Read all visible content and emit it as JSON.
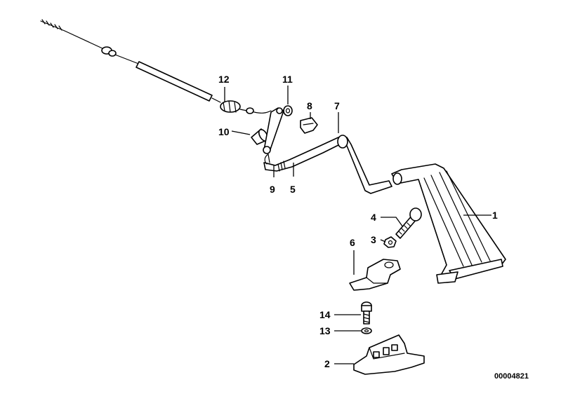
{
  "callouts": {
    "c1": "1",
    "c2": "2",
    "c3": "3",
    "c4": "4",
    "c5": "5",
    "c6": "6",
    "c7": "7",
    "c8": "8",
    "c9": "9",
    "c10": "10",
    "c11": "11",
    "c12": "12",
    "c13": "13",
    "c14": "14"
  },
  "diagram_code": "00004821",
  "colors": {
    "line": "#000000",
    "background": "#ffffff"
  }
}
